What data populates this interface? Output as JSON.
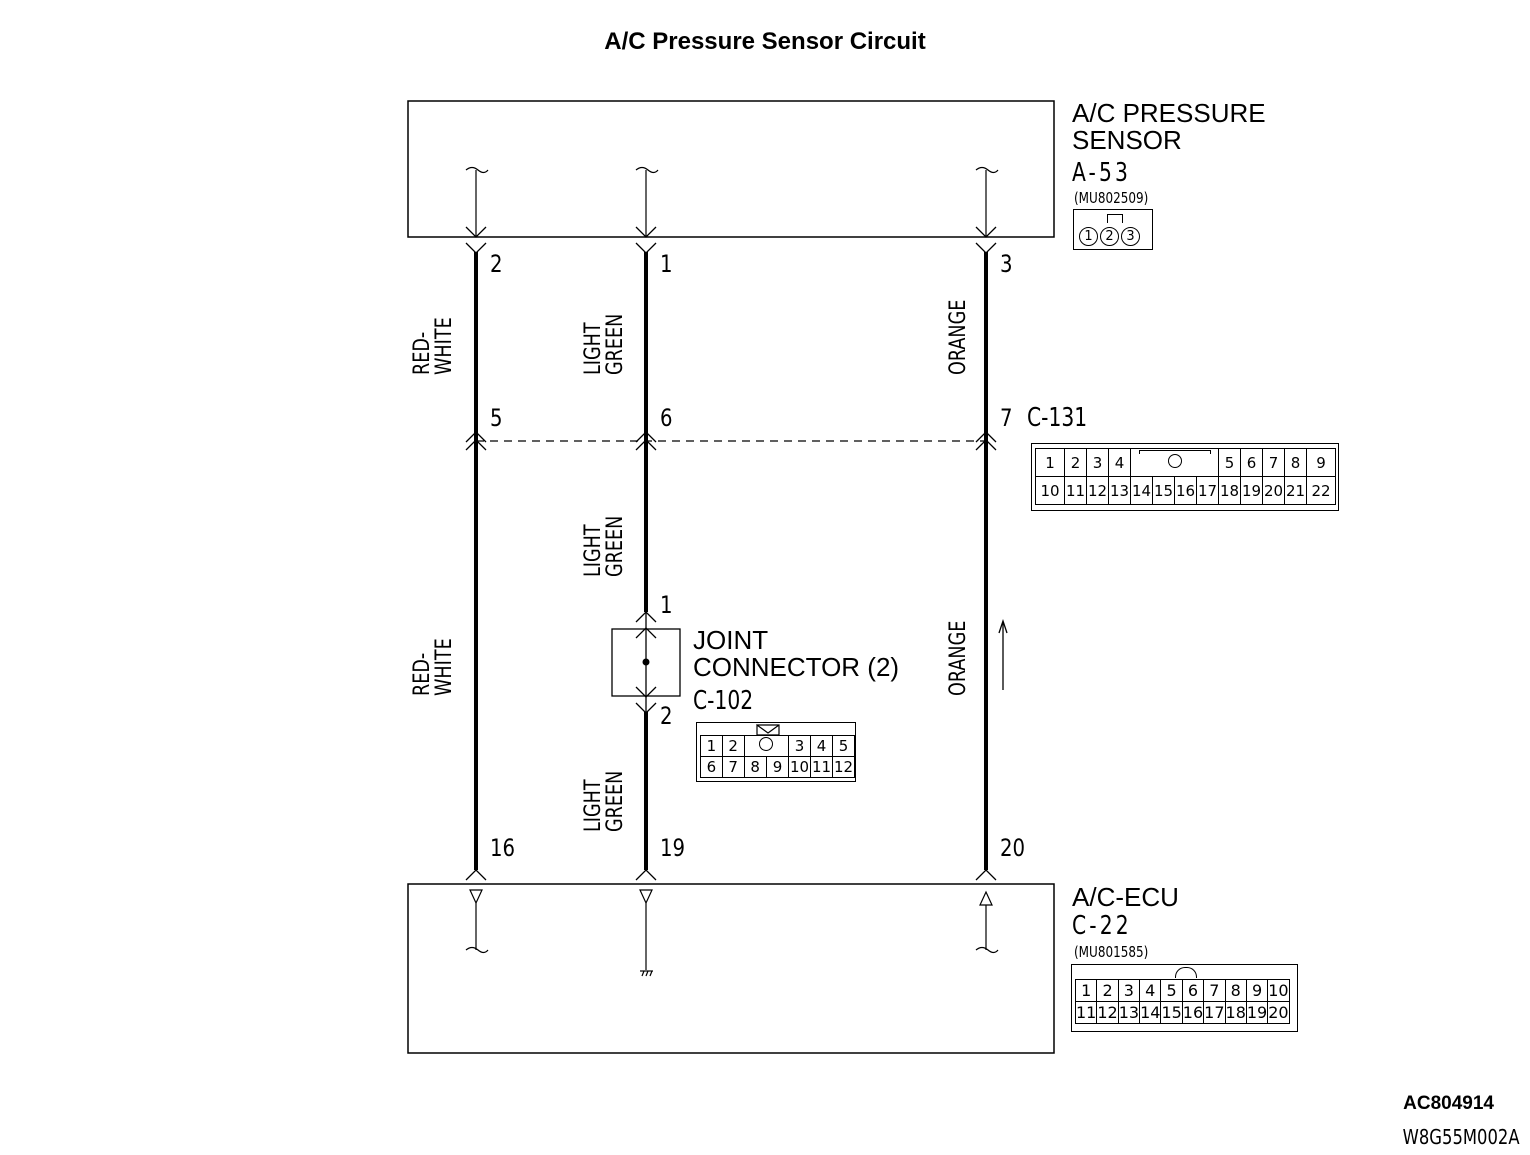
{
  "title": "A/C Pressure Sensor Circuit",
  "components": {
    "sensor": {
      "name_line1": "A/C PRESSURE",
      "name_line2": "SENSOR",
      "connector_id": "A-53",
      "part_number": "(MU802509)",
      "pins": [
        "1",
        "2",
        "3"
      ]
    },
    "intermediate": {
      "connector_id": "C-131",
      "pins_row1": [
        "1",
        "2",
        "3",
        "4",
        "5",
        "6",
        "7",
        "8",
        "9"
      ],
      "pins_row2": [
        "10",
        "11",
        "12",
        "13",
        "14",
        "15",
        "16",
        "17",
        "18",
        "19",
        "20",
        "21",
        "22"
      ]
    },
    "joint": {
      "name_line1": "JOINT",
      "name_line2": "CONNECTOR (2)",
      "connector_id": "C-102",
      "pins_row1": [
        "1",
        "2",
        "3",
        "4",
        "5"
      ],
      "pins_row2": [
        "6",
        "7",
        "8",
        "9",
        "10",
        "11",
        "12"
      ],
      "pin_in": "1",
      "pin_out": "2"
    },
    "ecu": {
      "name": "A/C-ECU",
      "connector_id": "C-22",
      "part_number": "(MU801585)",
      "pins_row1": [
        "1",
        "2",
        "3",
        "4",
        "5",
        "6",
        "7",
        "8",
        "9",
        "10"
      ],
      "pins_row2": [
        "11",
        "12",
        "13",
        "14",
        "15",
        "16",
        "17",
        "18",
        "19",
        "20"
      ]
    }
  },
  "wires": [
    {
      "name": "wire-red-white",
      "sensor_pin": "2",
      "c131_pin": "5",
      "ecu_pin": "16",
      "upper_color": "RED-\nWHITE",
      "lower_color": "RED-\nWHITE"
    },
    {
      "name": "wire-light-green",
      "sensor_pin": "1",
      "c131_pin": "6",
      "ecu_pin": "19",
      "upper_color": "LIGHT\nGREEN",
      "middle_color": "LIGHT\nGREEN",
      "lower_color": "LIGHT\nGREEN"
    },
    {
      "name": "wire-orange",
      "sensor_pin": "3",
      "c131_pin": "7",
      "ecu_pin": "20",
      "upper_color": "ORANGE",
      "lower_color": "ORANGE"
    }
  ],
  "footer": {
    "figure_id": "AC804914",
    "doc_code": "W8G55M002A"
  },
  "colors": {
    "line": "#000000",
    "background": "#ffffff"
  }
}
